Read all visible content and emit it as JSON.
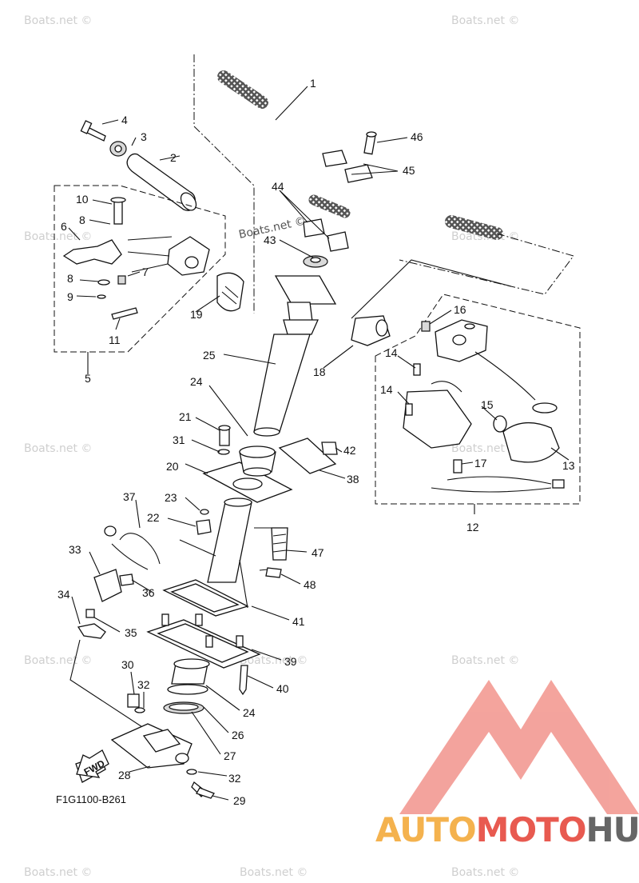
{
  "part_numbers": [
    "1",
    "2",
    "3",
    "4",
    "5",
    "6",
    "7",
    "8",
    "8",
    "9",
    "10",
    "11",
    "12",
    "13",
    "14",
    "14",
    "15",
    "16",
    "17",
    "18",
    "19",
    "20",
    "21",
    "22",
    "23",
    "24",
    "24",
    "25",
    "26",
    "27",
    "28",
    "29",
    "30",
    "31",
    "32",
    "32",
    "33",
    "34",
    "35",
    "36",
    "37",
    "38",
    "39",
    "40",
    "41",
    "42",
    "43",
    "44",
    "45",
    "46",
    "47",
    "48"
  ],
  "diagram_code": "F1G1100-B261",
  "fwd_label": "FWD",
  "watermark_text": "Boats.net ©",
  "brand": {
    "part1": "AUTO",
    "part2": "MOTO",
    "part3": "HUB",
    "color_orange": "#f4b24e",
    "color_red": "#e85a50",
    "color_gray": "#666666"
  }
}
